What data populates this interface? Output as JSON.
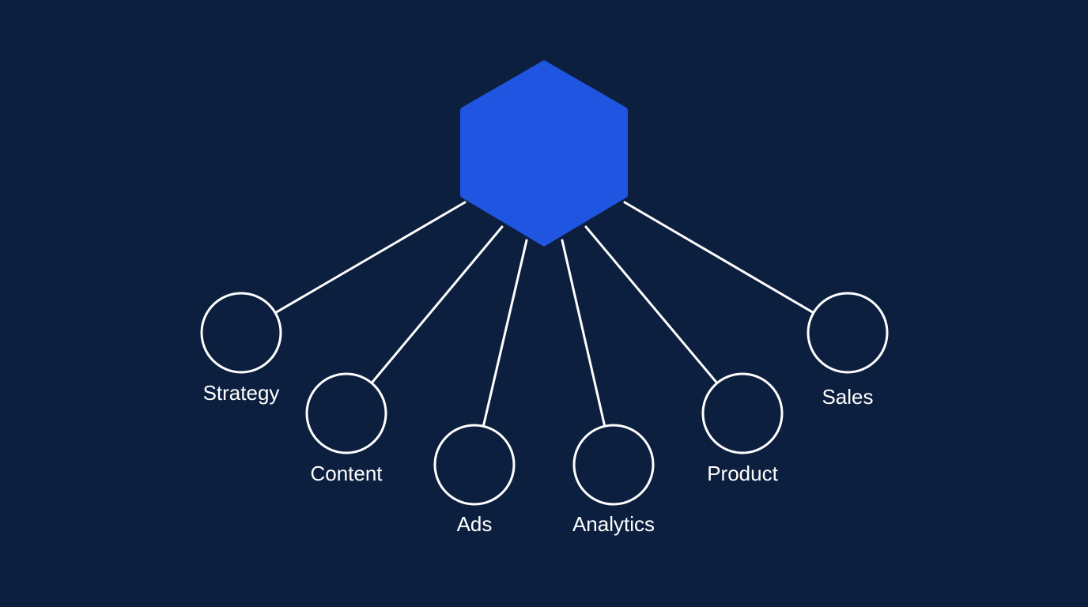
{
  "colors": {
    "background": "#0c1f3f",
    "hub_fill": "#1f55e0",
    "stroke": "#ffffff",
    "node_fill": "#0c1f3f",
    "text": "#ffffff"
  },
  "hub": {
    "shape": "hexagon"
  },
  "nodes": [
    {
      "label": "Strategy"
    },
    {
      "label": "Content"
    },
    {
      "label": "Ads"
    },
    {
      "label": "Analytics"
    },
    {
      "label": "Product"
    },
    {
      "label": "Sales"
    }
  ]
}
